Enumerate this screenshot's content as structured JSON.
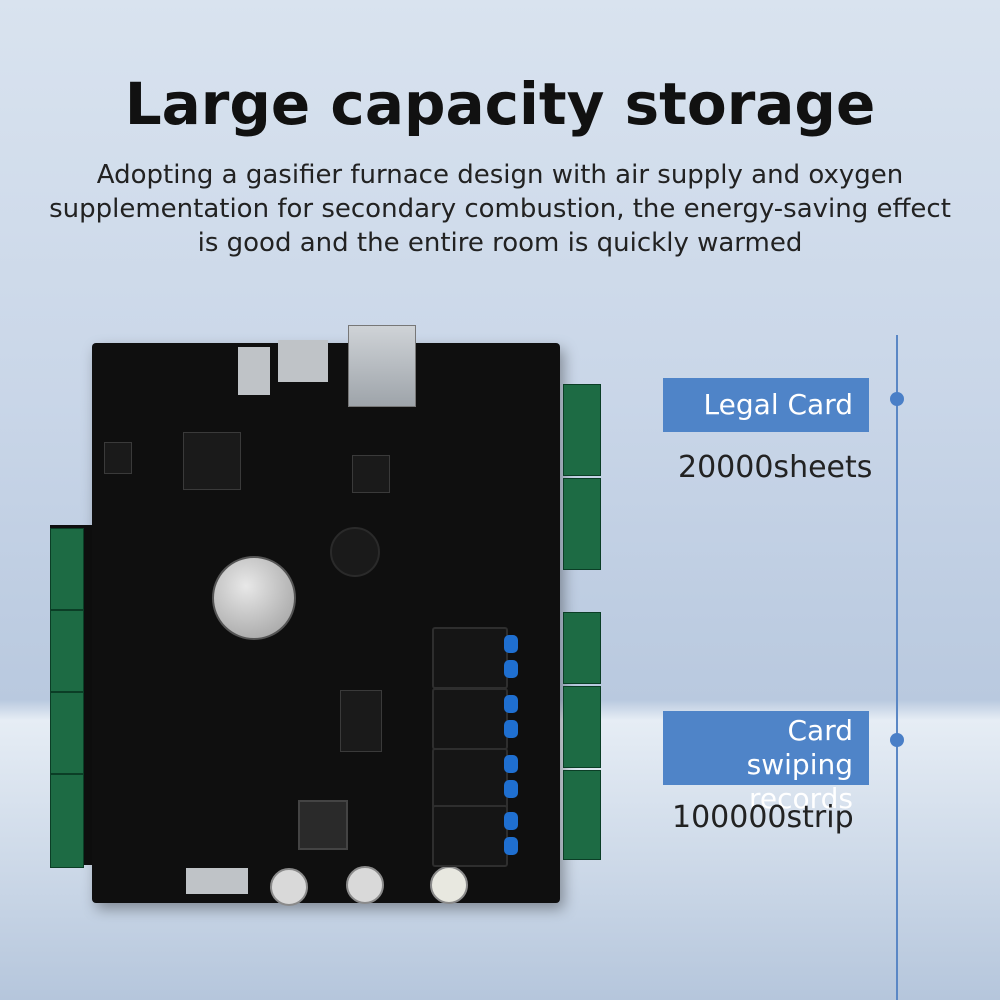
{
  "heading": {
    "title": "Large capacity storage",
    "subtitle": "Adopting a gasifier furnace design with air supply and oxygen supplementation for secondary combustion, the energy-saving effect is good and the entire room is quickly warmed"
  },
  "specs": [
    {
      "label": "Legal Card",
      "value": "20000sheets"
    },
    {
      "label": "Card swiping records",
      "value": "100000strip"
    }
  ],
  "colors": {
    "accent": "#4f84c8",
    "timeline": "#5a87c5",
    "pcb": "#0f0f0f",
    "terminal": "#1d6b44"
  }
}
